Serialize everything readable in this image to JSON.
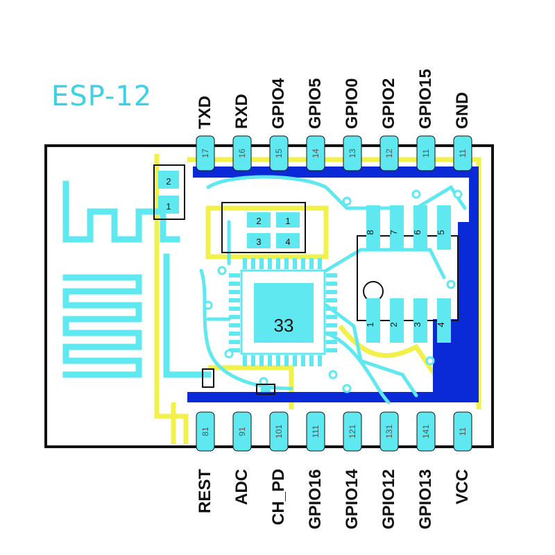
{
  "title": "ESP-12",
  "chip_label": "33",
  "top_pins": [
    {
      "name": "TXD",
      "number": "17"
    },
    {
      "name": "RXD",
      "number": "16"
    },
    {
      "name": "GPIO4",
      "number": "15"
    },
    {
      "name": "GPIO5",
      "number": "14"
    },
    {
      "name": "GPIO0",
      "number": "13"
    },
    {
      "name": "GPIO2",
      "number": "12"
    },
    {
      "name": "GPIO15",
      "number": "11"
    },
    {
      "name": "GND",
      "number": "11"
    }
  ],
  "bottom_pins": [
    {
      "name": "REST",
      "number": "81"
    },
    {
      "name": "ADC",
      "number": "91"
    },
    {
      "name": "CH_PD",
      "number": "101"
    },
    {
      "name": "GPIO16",
      "number": "111"
    },
    {
      "name": "GPIO14",
      "number": "121"
    },
    {
      "name": "GPIO12",
      "number": "131"
    },
    {
      "name": "GPIO13",
      "number": "141"
    },
    {
      "name": "VCC",
      "number": "11"
    }
  ],
  "flash_pads": [
    "8",
    "7",
    "6",
    "5",
    "1",
    "2",
    "3",
    "4"
  ],
  "small_pads": [
    "2",
    "1",
    "3",
    "4"
  ],
  "side_pads": [
    "2",
    "1"
  ],
  "colors": {
    "cyan": "#5fe8f0",
    "blue": "#0a2ad8",
    "yellow": "#f2f04a",
    "outline": "#111111",
    "title": "#3cd2e6"
  }
}
